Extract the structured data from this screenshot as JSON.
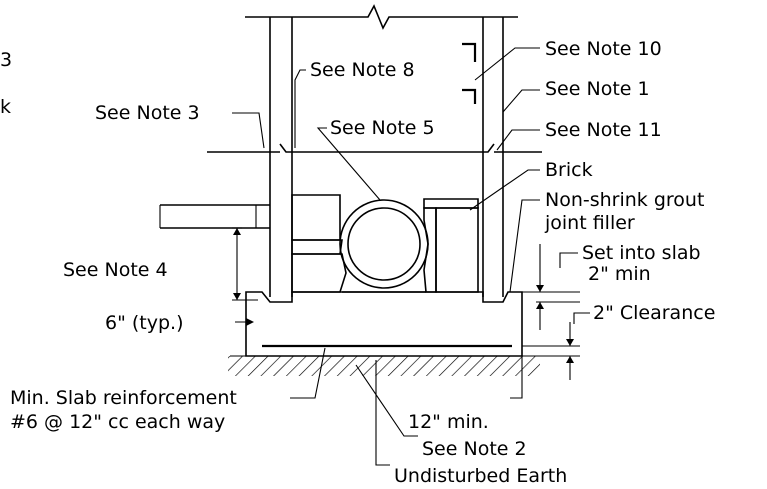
{
  "diagram": {
    "labels": {
      "note_10": "See Note 10",
      "note_1": "See Note 1",
      "note_11": "See Note 11",
      "brick": "Brick",
      "grout_line1": "Non-shrink grout",
      "grout_line2": "joint filler",
      "slab_line1": "Set into slab",
      "slab_line2": "2\" min",
      "clearance": "2\" Clearance",
      "note_8": "See Note 8",
      "note_3": "See Note 3",
      "note_5": "See Note 5",
      "note_4": "See Note 4",
      "typ": "6\" (typ.)",
      "reinf_line1": "Min. Slab reinforcement",
      "reinf_line2": "#6 @ 12\" cc each way",
      "min12": "12\" min.",
      "note_2": "See Note 2",
      "earth": "Undisturbed Earth",
      "edge_a": "3",
      "edge_b": "k"
    }
  }
}
